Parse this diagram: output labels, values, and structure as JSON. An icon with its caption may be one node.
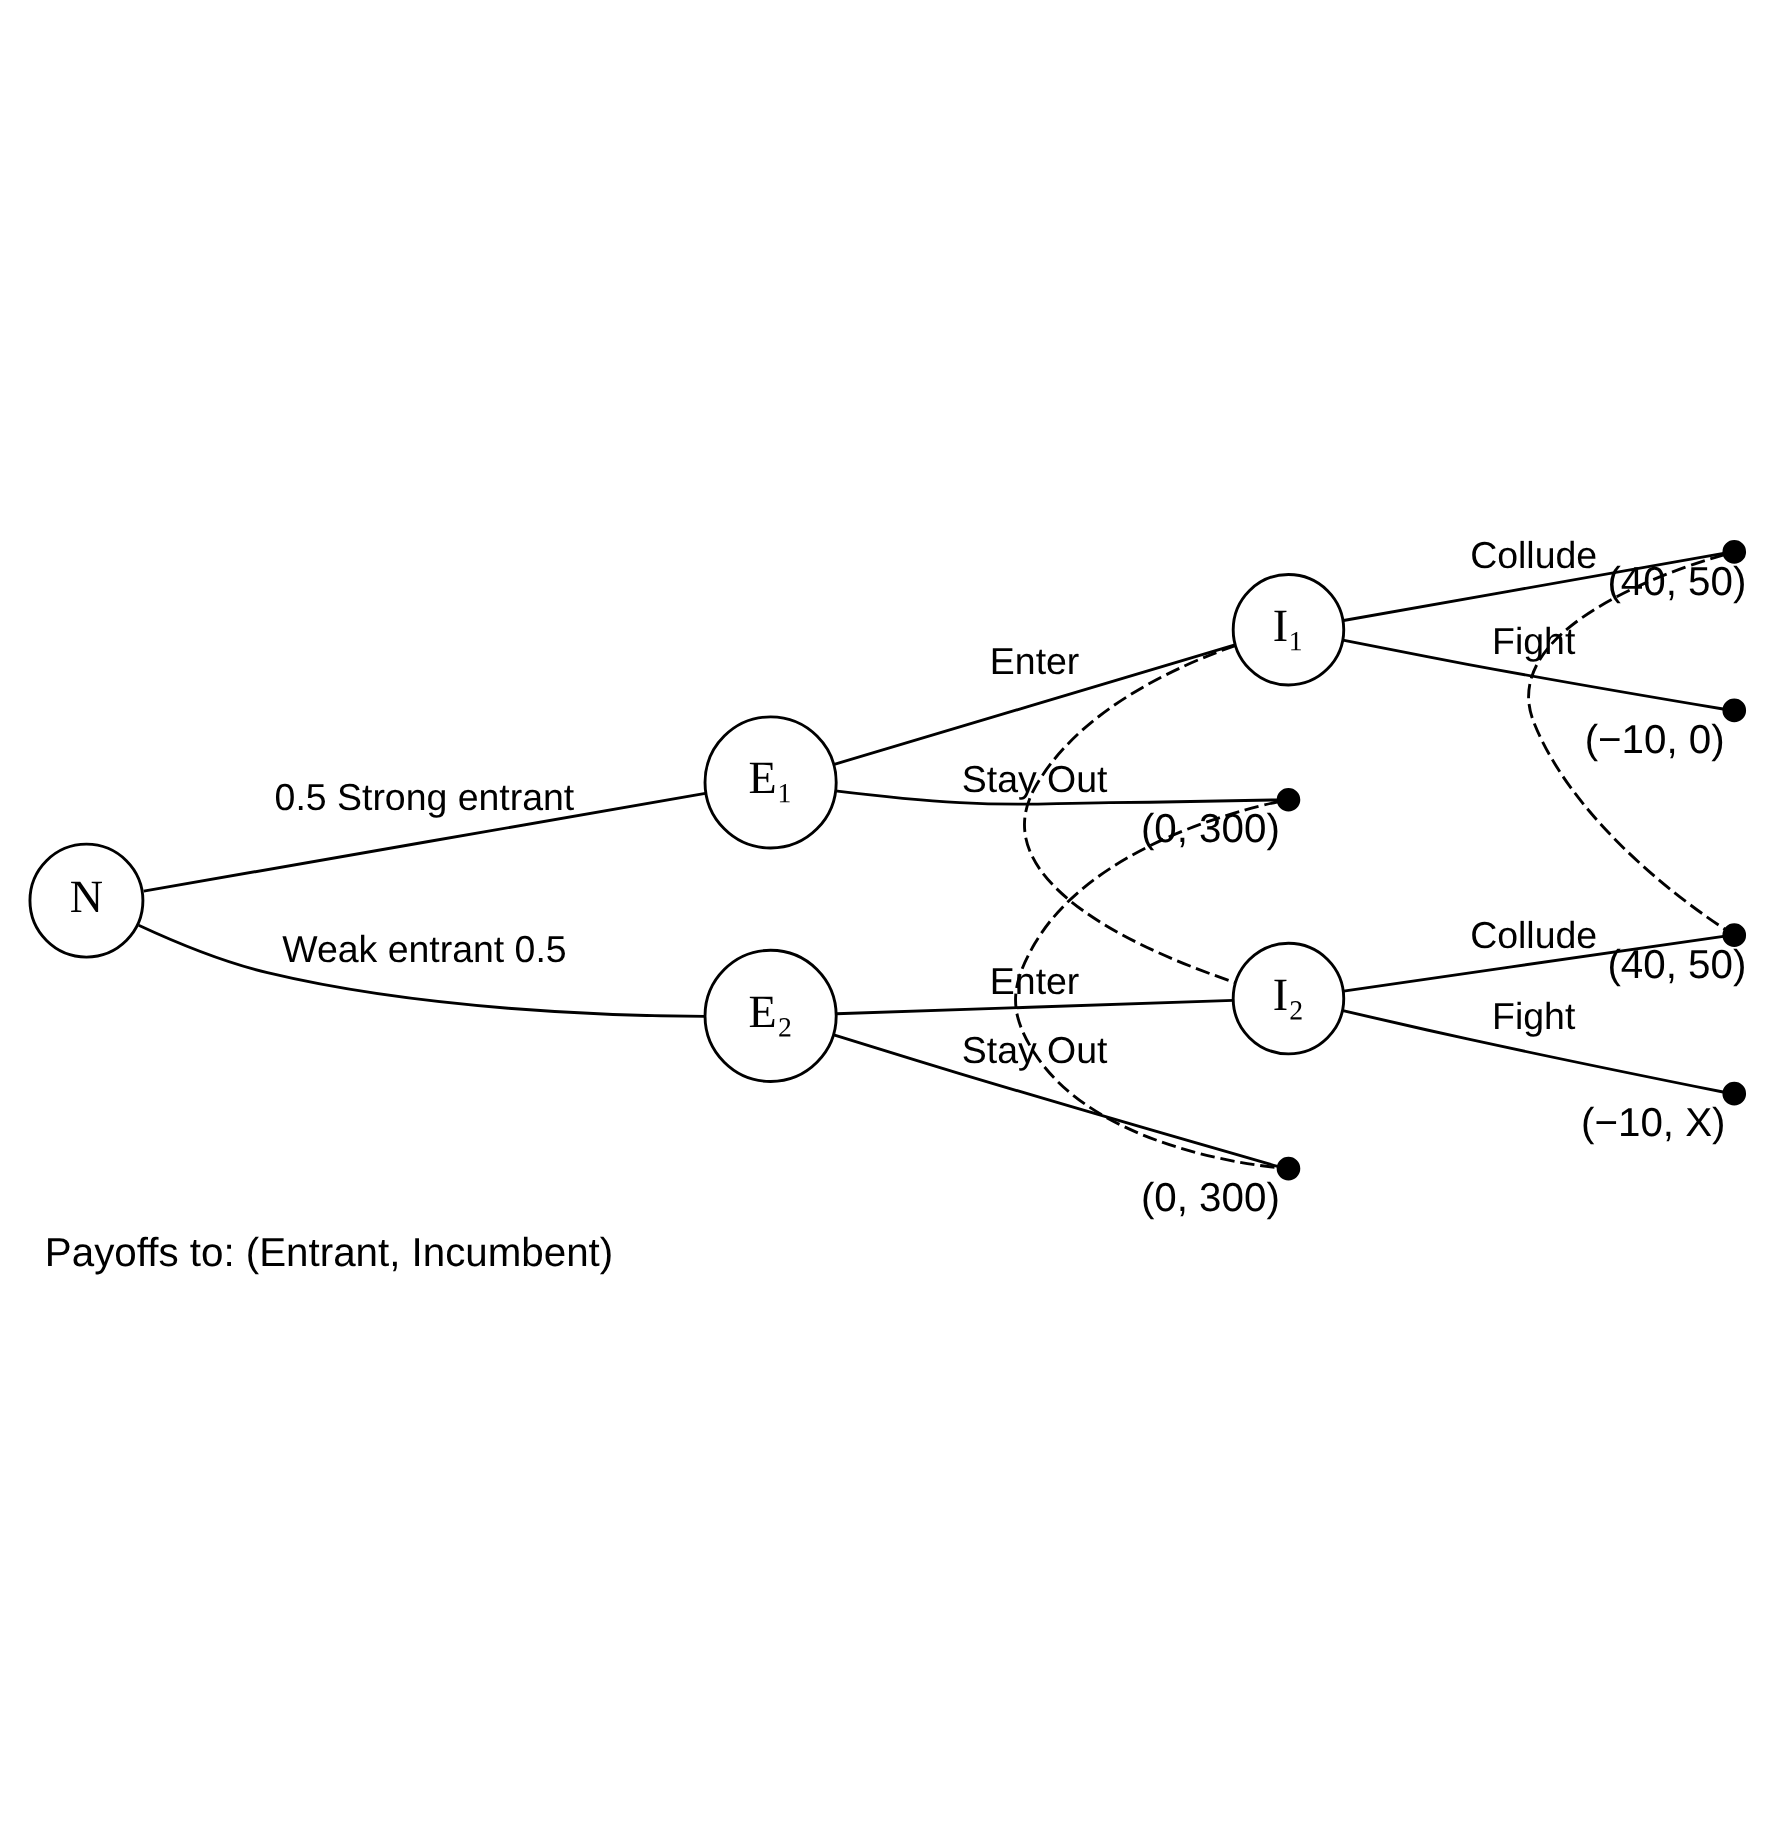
{
  "diagram": {
    "caption": "Payoffs to: (Entrant, Incumbent)",
    "nodes": [
      {
        "text": [
          "N"
        ]
      },
      {
        "text": [
          "E₁"
        ]
      },
      {
        "text": [
          "I₁"
        ]
      },
      {
        "text": [],
        "shape": "dot",
        "beside": [
          "(40, 50)"
        ]
      },
      {
        "text": [],
        "shape": "dot",
        "beside": [
          "(−10, 0)"
        ]
      },
      {
        "text": [],
        "shape": "dot",
        "beside": [
          "(0, 300)"
        ]
      },
      {
        "text": [
          "I₂"
        ]
      },
      {
        "text": [],
        "shape": "dot",
        "beside": [
          "(40, 50)"
        ]
      },
      {
        "text": [],
        "shape": "dot",
        "beside": [
          "(−10, X)"
        ]
      },
      {
        "text": [
          "E₂"
        ]
      },
      {
        "text": [],
        "shape": "dot",
        "beside": [
          "(0, 300)"
        ]
      }
    ],
    "edges": [
      {
        "from": 0,
        "to": 1,
        "arrow": "none",
        "label": "0.5 Strong entrant"
      },
      {
        "from": 1,
        "to": 2,
        "arrow": "none",
        "label": "Enter"
      },
      {
        "from": 2,
        "to": 3,
        "arrow": "none",
        "label": "Collude"
      },
      {
        "from": 2,
        "to": 4,
        "arrow": "none",
        "label": "Fight"
      },
      {
        "from": 1,
        "to": 5,
        "arrow": "none",
        "label": "Stay Out"
      },
      {
        "from": 0,
        "to": 9,
        "arrow": "none",
        "label": "Weak entrant 0.5"
      },
      {
        "from": 9,
        "to": 6,
        "arrow": "none",
        "label": "Enter"
      },
      {
        "from": 6,
        "to": 7,
        "arrow": "none",
        "label": "Collude"
      },
      {
        "from": 6,
        "to": 8,
        "arrow": "none",
        "label": "Fight"
      },
      {
        "from": 9,
        "to": 10,
        "arrow": "none",
        "label": "Stay Out"
      },
      {
        "from": 2,
        "to": 6,
        "arrow": "none",
        "style": "dashed"
      },
      {
        "from": 5,
        "to": 10,
        "arrow": "none",
        "style": "dashed"
      },
      {
        "from": 3,
        "to": 7,
        "arrow": "none",
        "style": "dashed"
      }
    ]
  }
}
